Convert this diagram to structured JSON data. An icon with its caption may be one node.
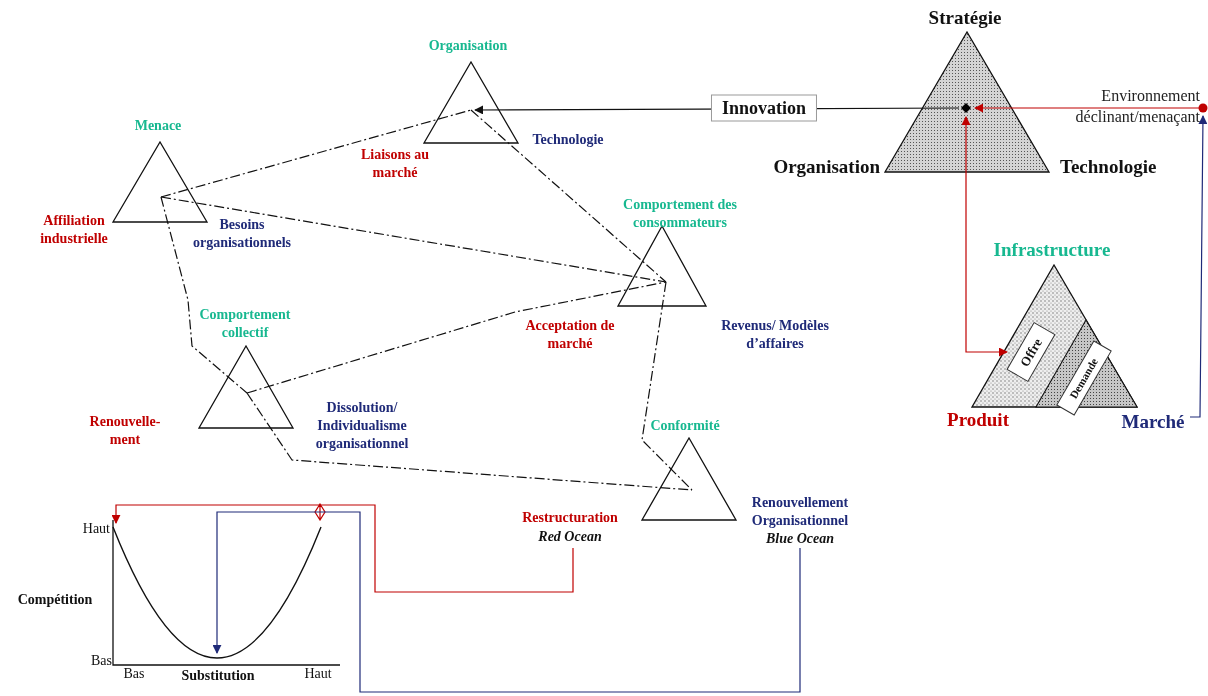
{
  "diagram": {
    "nodes": [
      {
        "text": [
          "Organisation",
          "Liaisons au marché",
          "Technologie"
        ]
      },
      {
        "text": [
          "Menace",
          "Affiliation industrielle",
          "Besoins organisationnels"
        ]
      },
      {
        "text": [
          "Comportement des consommateurs",
          "Acceptation de marché",
          "Revenus/ Modèles d’affaires"
        ]
      },
      {
        "text": [
          "Comportement collectif",
          "Renouvelle- ment",
          "Dissolution/ Individualisme organisationnel"
        ]
      },
      {
        "text": [
          "Conformité",
          "Restructuration",
          "Red Ocean",
          "Renouvellement Organisationnel",
          "Blue Ocean"
        ]
      },
      {
        "text": [
          "Stratégie",
          "Organisation",
          "Technologie"
        ]
      },
      {
        "text": [
          "Infrastructure",
          "Produit",
          "Marché"
        ]
      },
      {
        "text": [
          "Offre"
        ],
        "in": 6
      },
      {
        "text": [
          "Demande"
        ],
        "in": 6
      },
      {
        "text": [
          "Environnement déclinant/menaçant"
        ]
      },
      {
        "text": [],
        "shape": "curve"
      }
    ],
    "edges": [
      {
        "from": 5,
        "to": 0,
        "arrow": "to",
        "label": "Innovation"
      },
      {
        "from": 9,
        "to": 5,
        "arrow": "to",
        "color": "#c00000"
      },
      {
        "from": 5,
        "to": 7,
        "arrow": "both",
        "color": "#c00000"
      },
      {
        "from": 6,
        "to": 9,
        "arrow": "to",
        "color": "#1f2a78"
      },
      {
        "from": 1,
        "to": 0,
        "arrow": "none",
        "style": "dashed"
      },
      {
        "from": 0,
        "to": 2,
        "arrow": "none",
        "style": "dashed"
      },
      {
        "from": 1,
        "to": 2,
        "arrow": "none",
        "style": "dashed"
      },
      {
        "from": 1,
        "to": 3,
        "arrow": "none",
        "style": "dashed"
      },
      {
        "from": 3,
        "to": 2,
        "arrow": "none",
        "style": "dashed"
      },
      {
        "from": 3,
        "to": 4,
        "arrow": "none",
        "style": "dashed"
      },
      {
        "from": 2,
        "to": 4,
        "arrow": "none",
        "style": "dashed"
      },
      {
        "from": 4,
        "to": 10,
        "arrow": "to",
        "color": "#c00000"
      },
      {
        "from": 4,
        "to": 10,
        "arrow": "to",
        "color": "#1f2a78"
      }
    ],
    "labels": [
      "Haut",
      "Compétition",
      "Bas",
      "Bas",
      "Substitution",
      "Haut"
    ]
  }
}
